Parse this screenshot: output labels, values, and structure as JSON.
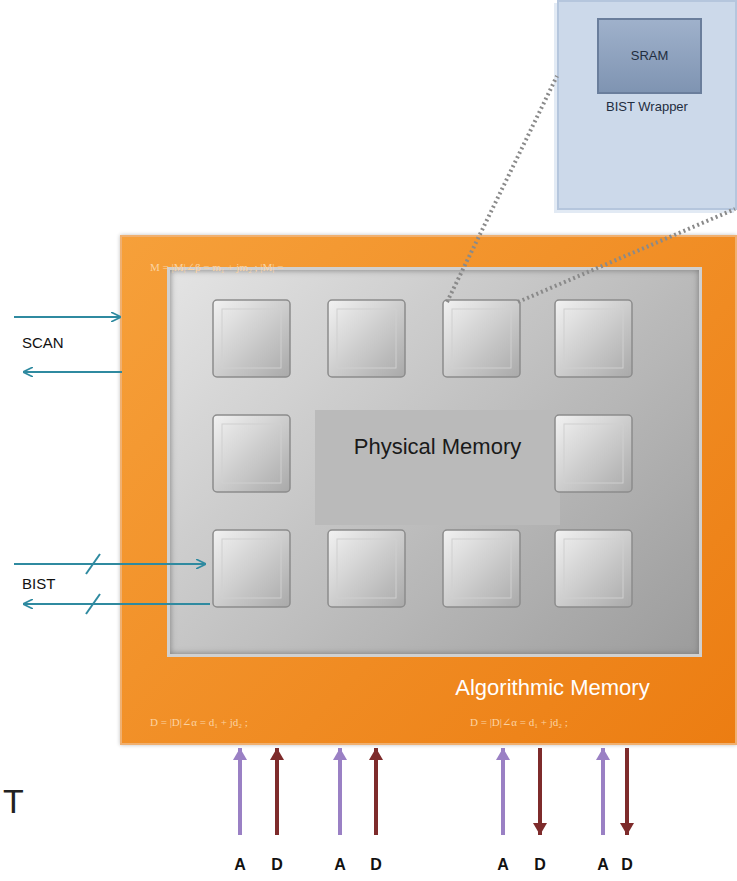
{
  "diagram": {
    "nodes": [
      {
        "text": [
          "Algorithmic Memory"
        ]
      },
      {
        "text": [
          "Physical Memory"
        ],
        "in": 0
      },
      {
        "text": [
          "BIST Wrapper"
        ]
      },
      {
        "text": [
          "SRAM"
        ],
        "in": 2
      }
    ],
    "labels": [
      "SCAN",
      "BIST",
      "A",
      "D",
      "A",
      "D",
      "A",
      "D",
      "A",
      "D",
      "T",
      "M = |M|∠β = m₁ + jm₂ ; |M| =",
      "D = |D|∠α = d₁ + jd₂ ;",
      "D = |D|∠α = d₁ + jd₂ ;"
    ]
  }
}
